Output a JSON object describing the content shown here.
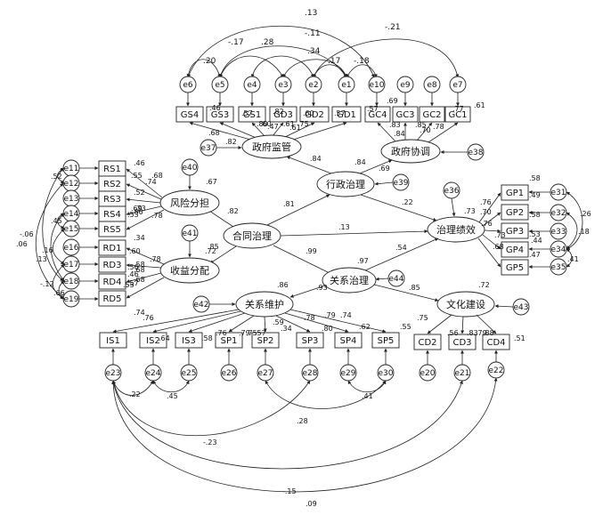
{
  "latents": {
    "hetong": "合同治理",
    "xingzheng": "行政治理",
    "guanxi": "关系治理",
    "zhengfu_jianguan": "政府监管",
    "zhengfu_xietiao": "政府协调",
    "fengxian": "风险分担",
    "shouyi": "收益分配",
    "guanxi_weihu": "关系维护",
    "wenhua": "文化建设",
    "zhili_jixiao": "治理绩效"
  },
  "indicators": {
    "gs": [
      "GS4",
      "GS3",
      "GS1",
      "GD3",
      "GD2",
      "GD1"
    ],
    "gc": [
      "GC4",
      "GC3",
      "GC2",
      "GC1"
    ],
    "rs": [
      "RS1",
      "RS2",
      "RS3",
      "RS4",
      "RS5"
    ],
    "rd": [
      "RD1",
      "RD3",
      "RD4",
      "RD5"
    ],
    "gp": [
      "GP1",
      "GP2",
      "GP3",
      "GP4",
      "GP5"
    ],
    "is": [
      "IS1",
      "IS2",
      "IS3"
    ],
    "sp": [
      "SP1",
      "SP2",
      "SP3",
      "SP4",
      "SP5"
    ],
    "cd": [
      "CD2",
      "CD3",
      "CD4"
    ]
  },
  "errors": {
    "top": [
      "e6",
      "e5",
      "e4",
      "e3",
      "e2",
      "e1",
      "e10",
      "e9",
      "e8",
      "e7"
    ],
    "left1": [
      "e11",
      "e12",
      "e13",
      "e14",
      "e15"
    ],
    "left2": [
      "e16",
      "e17",
      "e18",
      "e19"
    ],
    "right": [
      "e31",
      "e32",
      "e33",
      "e34",
      "e35"
    ],
    "bottom": [
      "e23",
      "e24",
      "e25",
      "e26",
      "e27",
      "e28",
      "e29",
      "e30",
      "e20",
      "e21",
      "e22"
    ],
    "disturb": {
      "e37": "e37",
      "e38": "e38",
      "e39": "e39",
      "e36": "e36",
      "e40": "e40",
      "e41": "e41",
      "e42": "e42",
      "e43": "e43",
      "e44": "e44"
    }
  },
  "path_coefs": {
    "ht_xz": ".81",
    "ht_gx": ".99",
    "ht_jx": ".13",
    "ht_fx": ".82",
    "ht_sy": ".72",
    "xz_jg": ".84",
    "xz_xt": ".84",
    "xz_jx": ".22",
    "xz_r2": ".69",
    "gx_jx": ".54",
    "gx_r2": ".97",
    "gx_wh": ".85",
    "gx_wh_r2": ".72",
    "gx_wh2": ".93",
    "gx_whu": ".86",
    "jx_r2": ".73",
    "jg_r2": ".68",
    "sy_r2": ".85",
    "fx_r2": ".67"
  },
  "top_covs": [
    ".13",
    "-.11",
    "-.21",
    "-.17",
    ".28",
    ".20",
    ".34",
    ".17",
    "-.18"
  ],
  "loadings_gs": [
    ".46",
    ".57",
    ".60",
    ".82",
    ".60",
    ".61",
    ".75",
    ".47",
    ".61",
    ".57",
    ".80"
  ],
  "loadings_gc": [
    ".69",
    ".57",
    ".83",
    ".84",
    ".85",
    ".70",
    ".78",
    ".77",
    ".61"
  ],
  "loadings_rs": [
    ".46",
    ".55",
    ".68",
    ".74",
    ".52",
    ".69",
    ".73",
    ".80",
    ".53",
    ".78"
  ],
  "loadings_rd": [
    ".34",
    ".60",
    ".78",
    ".58",
    ".56",
    ".68",
    ".46",
    ".57",
    ".55",
    ".68"
  ],
  "left_covs": [
    ".52",
    ".45",
    "-.06",
    ".06",
    ".13",
    ".16",
    "-.12",
    ".66"
  ],
  "loadings_gp": [
    ".58",
    ".76",
    ".49",
    ".70",
    ".58",
    ".76",
    ".53",
    ".73",
    ".68",
    ".44",
    ".47",
    ".41"
  ],
  "right_covs": [
    ".26",
    ".18"
  ],
  "loadings_sp": [
    ".74",
    ".76",
    ".64",
    ".58",
    ".76",
    ".79",
    ".75",
    ".57",
    ".59",
    ".34",
    ".78",
    ".80",
    ".79",
    ".74",
    ".62",
    ".55"
  ],
  "loadings_cd": [
    ".75",
    ".56",
    ".83",
    ".79",
    ".88",
    ".51"
  ],
  "bottom_covs": [
    ".22",
    ".45",
    ".28",
    ".41",
    "-.23",
    "-.15",
    ".09"
  ]
}
